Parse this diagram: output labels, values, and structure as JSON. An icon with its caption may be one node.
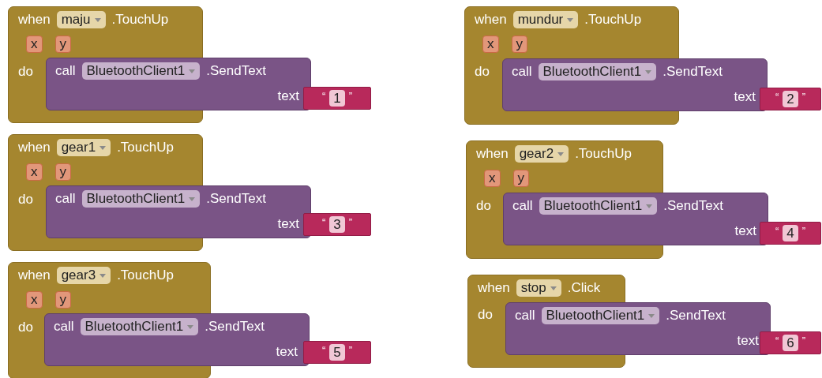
{
  "diagram": {
    "nodes": [
      {
        "text": [
          "when",
          "maju",
          ".TouchUp",
          "x",
          "y",
          "do"
        ]
      },
      {
        "text": [
          "call",
          "BluetoothClient1",
          ".SendText",
          "text"
        ]
      },
      {
        "text": [
          "“",
          "1",
          "”"
        ]
      },
      {
        "text": [
          "when",
          "mundur",
          ".TouchUp",
          "x",
          "y",
          "do"
        ]
      },
      {
        "text": [
          "call",
          "BluetoothClient1",
          ".SendText",
          "text"
        ]
      },
      {
        "text": [
          "“",
          "2",
          "”"
        ]
      },
      {
        "text": [
          "when",
          "gear1",
          ".TouchUp",
          "x",
          "y",
          "do"
        ]
      },
      {
        "text": [
          "call",
          "BluetoothClient1",
          ".SendText",
          "text"
        ]
      },
      {
        "text": [
          "“",
          "3",
          "”"
        ]
      },
      {
        "text": [
          "when",
          "gear2",
          ".TouchUp",
          "x",
          "y",
          "do"
        ]
      },
      {
        "text": [
          "call",
          "BluetoothClient1",
          ".SendText",
          "text"
        ]
      },
      {
        "text": [
          "“",
          "4",
          "”"
        ]
      },
      {
        "text": [
          "when",
          "gear3",
          ".TouchUp",
          "x",
          "y",
          "do"
        ]
      },
      {
        "text": [
          "call",
          "BluetoothClient1",
          ".SendText",
          "text"
        ]
      },
      {
        "text": [
          "“",
          "5",
          "”"
        ]
      },
      {
        "text": [
          "when",
          "stop",
          ".Click",
          "do"
        ]
      },
      {
        "text": [
          "call",
          "BluetoothClient1",
          ".SendText",
          "text"
        ]
      },
      {
        "text": [
          "“",
          "6",
          "”"
        ]
      }
    ]
  }
}
